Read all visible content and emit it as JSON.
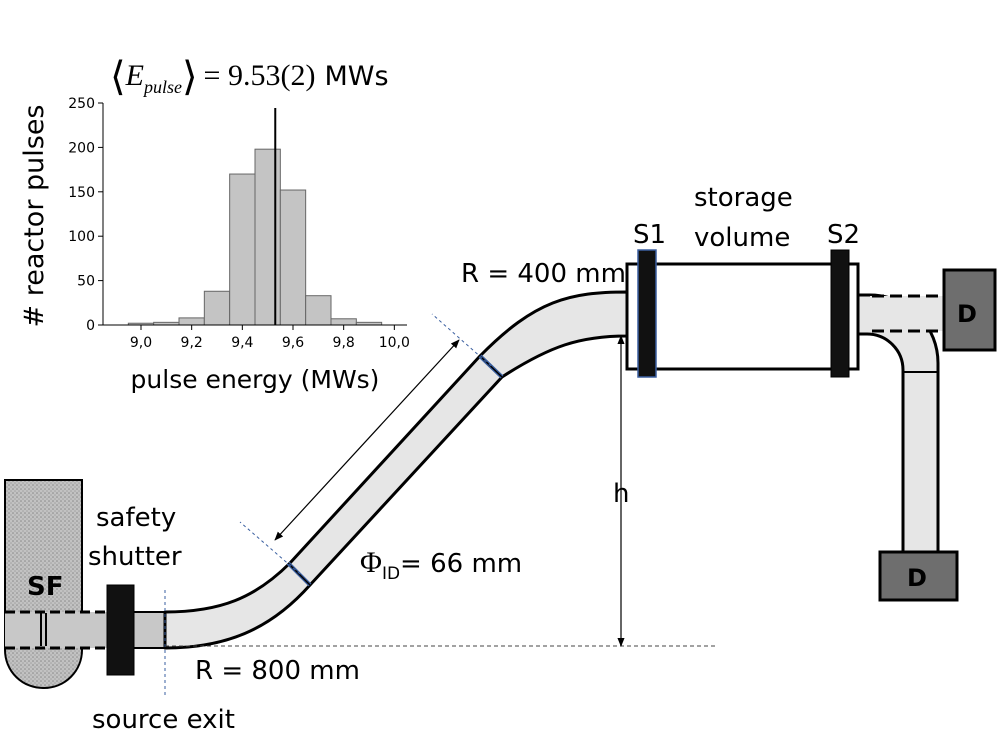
{
  "labels": {
    "sf": "SF",
    "safety_line1": "safety",
    "safety_line2": "shutter",
    "source_exit": "source exit",
    "r_bottom": "R = 800 mm",
    "r_top": "R = 400 mm",
    "phi_symbol": "Φ",
    "phi_sub": "ID",
    "phi_value": "= 66 mm",
    "h": "h",
    "s1": "S1",
    "s2": "S2",
    "storage_line1": "storage",
    "storage_line2": "volume",
    "detector_top": "D",
    "detector_bottom": "D"
  },
  "colors": {
    "guide_fill": "#e6e6e6",
    "source_fill": "#c8c8c8",
    "shutter": "#111111",
    "detector_fill": "#6e6e6e",
    "bar_fill": "#c4c4c4",
    "flange_stroke": "#3a5fa0"
  },
  "chart_data": {
    "type": "bar",
    "title_left": "E",
    "title_sub": "pulse",
    "title_value": "= 9.53(2)",
    "title_unit": "MWs",
    "xlabel": "pulse energy (MWs)",
    "ylabel": "# reactor pulses",
    "xlim": [
      8.85,
      10.05
    ],
    "ylim": [
      0,
      250
    ],
    "xticks": [
      "9,0",
      "9,2",
      "9,4",
      "9,6",
      "9,8",
      "10,0"
    ],
    "xtick_values": [
      9.0,
      9.2,
      9.4,
      9.6,
      9.8,
      10.0
    ],
    "yticks": [
      "0",
      "50",
      "100",
      "150",
      "200",
      "250"
    ],
    "ytick_values": [
      0,
      50,
      100,
      150,
      200,
      250
    ],
    "bin_width": 0.1,
    "bin_centers": [
      9.0,
      9.1,
      9.2,
      9.3,
      9.4,
      9.5,
      9.6,
      9.7,
      9.8,
      9.9
    ],
    "values": [
      2,
      3,
      8,
      38,
      170,
      198,
      152,
      33,
      7,
      3
    ],
    "mean": 9.53
  }
}
